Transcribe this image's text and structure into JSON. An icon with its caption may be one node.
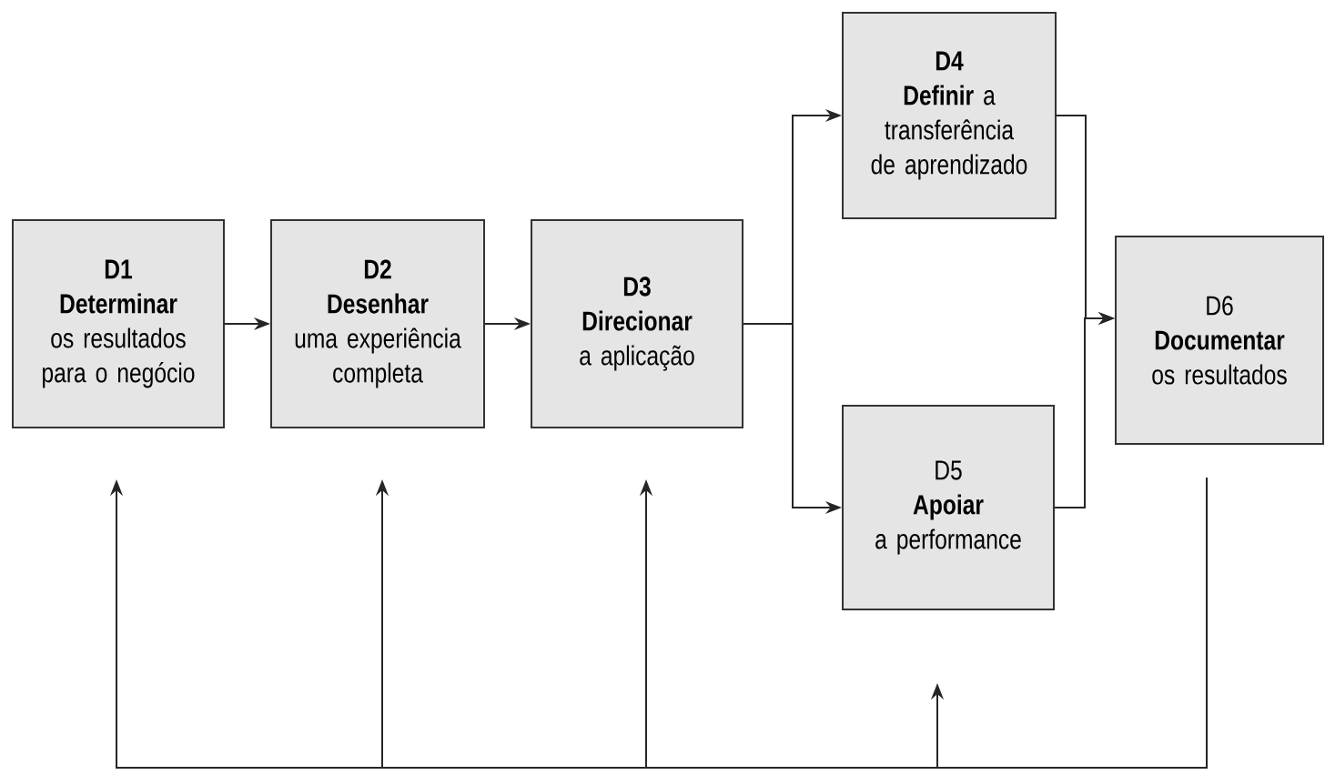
{
  "diagram": {
    "nodes": [
      {
        "text": [
          "D1",
          "Determinar",
          "os resultados para o negócio"
        ]
      },
      {
        "text": [
          "D2",
          "Desenhar",
          "uma experiência completa"
        ]
      },
      {
        "text": [
          "D3",
          "Direcionar",
          "a aplicação"
        ]
      },
      {
        "text": [
          "D4",
          "**Definir** a transferência de aprendizado"
        ]
      },
      {
        "text": [
          "D5",
          "Apoiar",
          "a performance"
        ]
      },
      {
        "text": [
          "D6",
          "Documentar",
          "os resultados"
        ]
      }
    ],
    "edges": [
      {
        "from": 0,
        "to": 1,
        "arrow": "to"
      },
      {
        "from": 1,
        "to": 2,
        "arrow": "to"
      },
      {
        "from": 2,
        "to": 3,
        "arrow": "to"
      },
      {
        "from": 2,
        "to": 4,
        "arrow": "to"
      },
      {
        "from": 3,
        "to": 5,
        "arrow": "to"
      },
      {
        "from": 4,
        "to": 5,
        "arrow": "to"
      },
      {
        "from": 5,
        "to": 0,
        "arrow": "to"
      },
      {
        "from": 5,
        "to": 1,
        "arrow": "to"
      },
      {
        "from": 5,
        "to": 2,
        "arrow": "to"
      },
      {
        "from": 5,
        "to": 4,
        "arrow": "to"
      }
    ]
  }
}
